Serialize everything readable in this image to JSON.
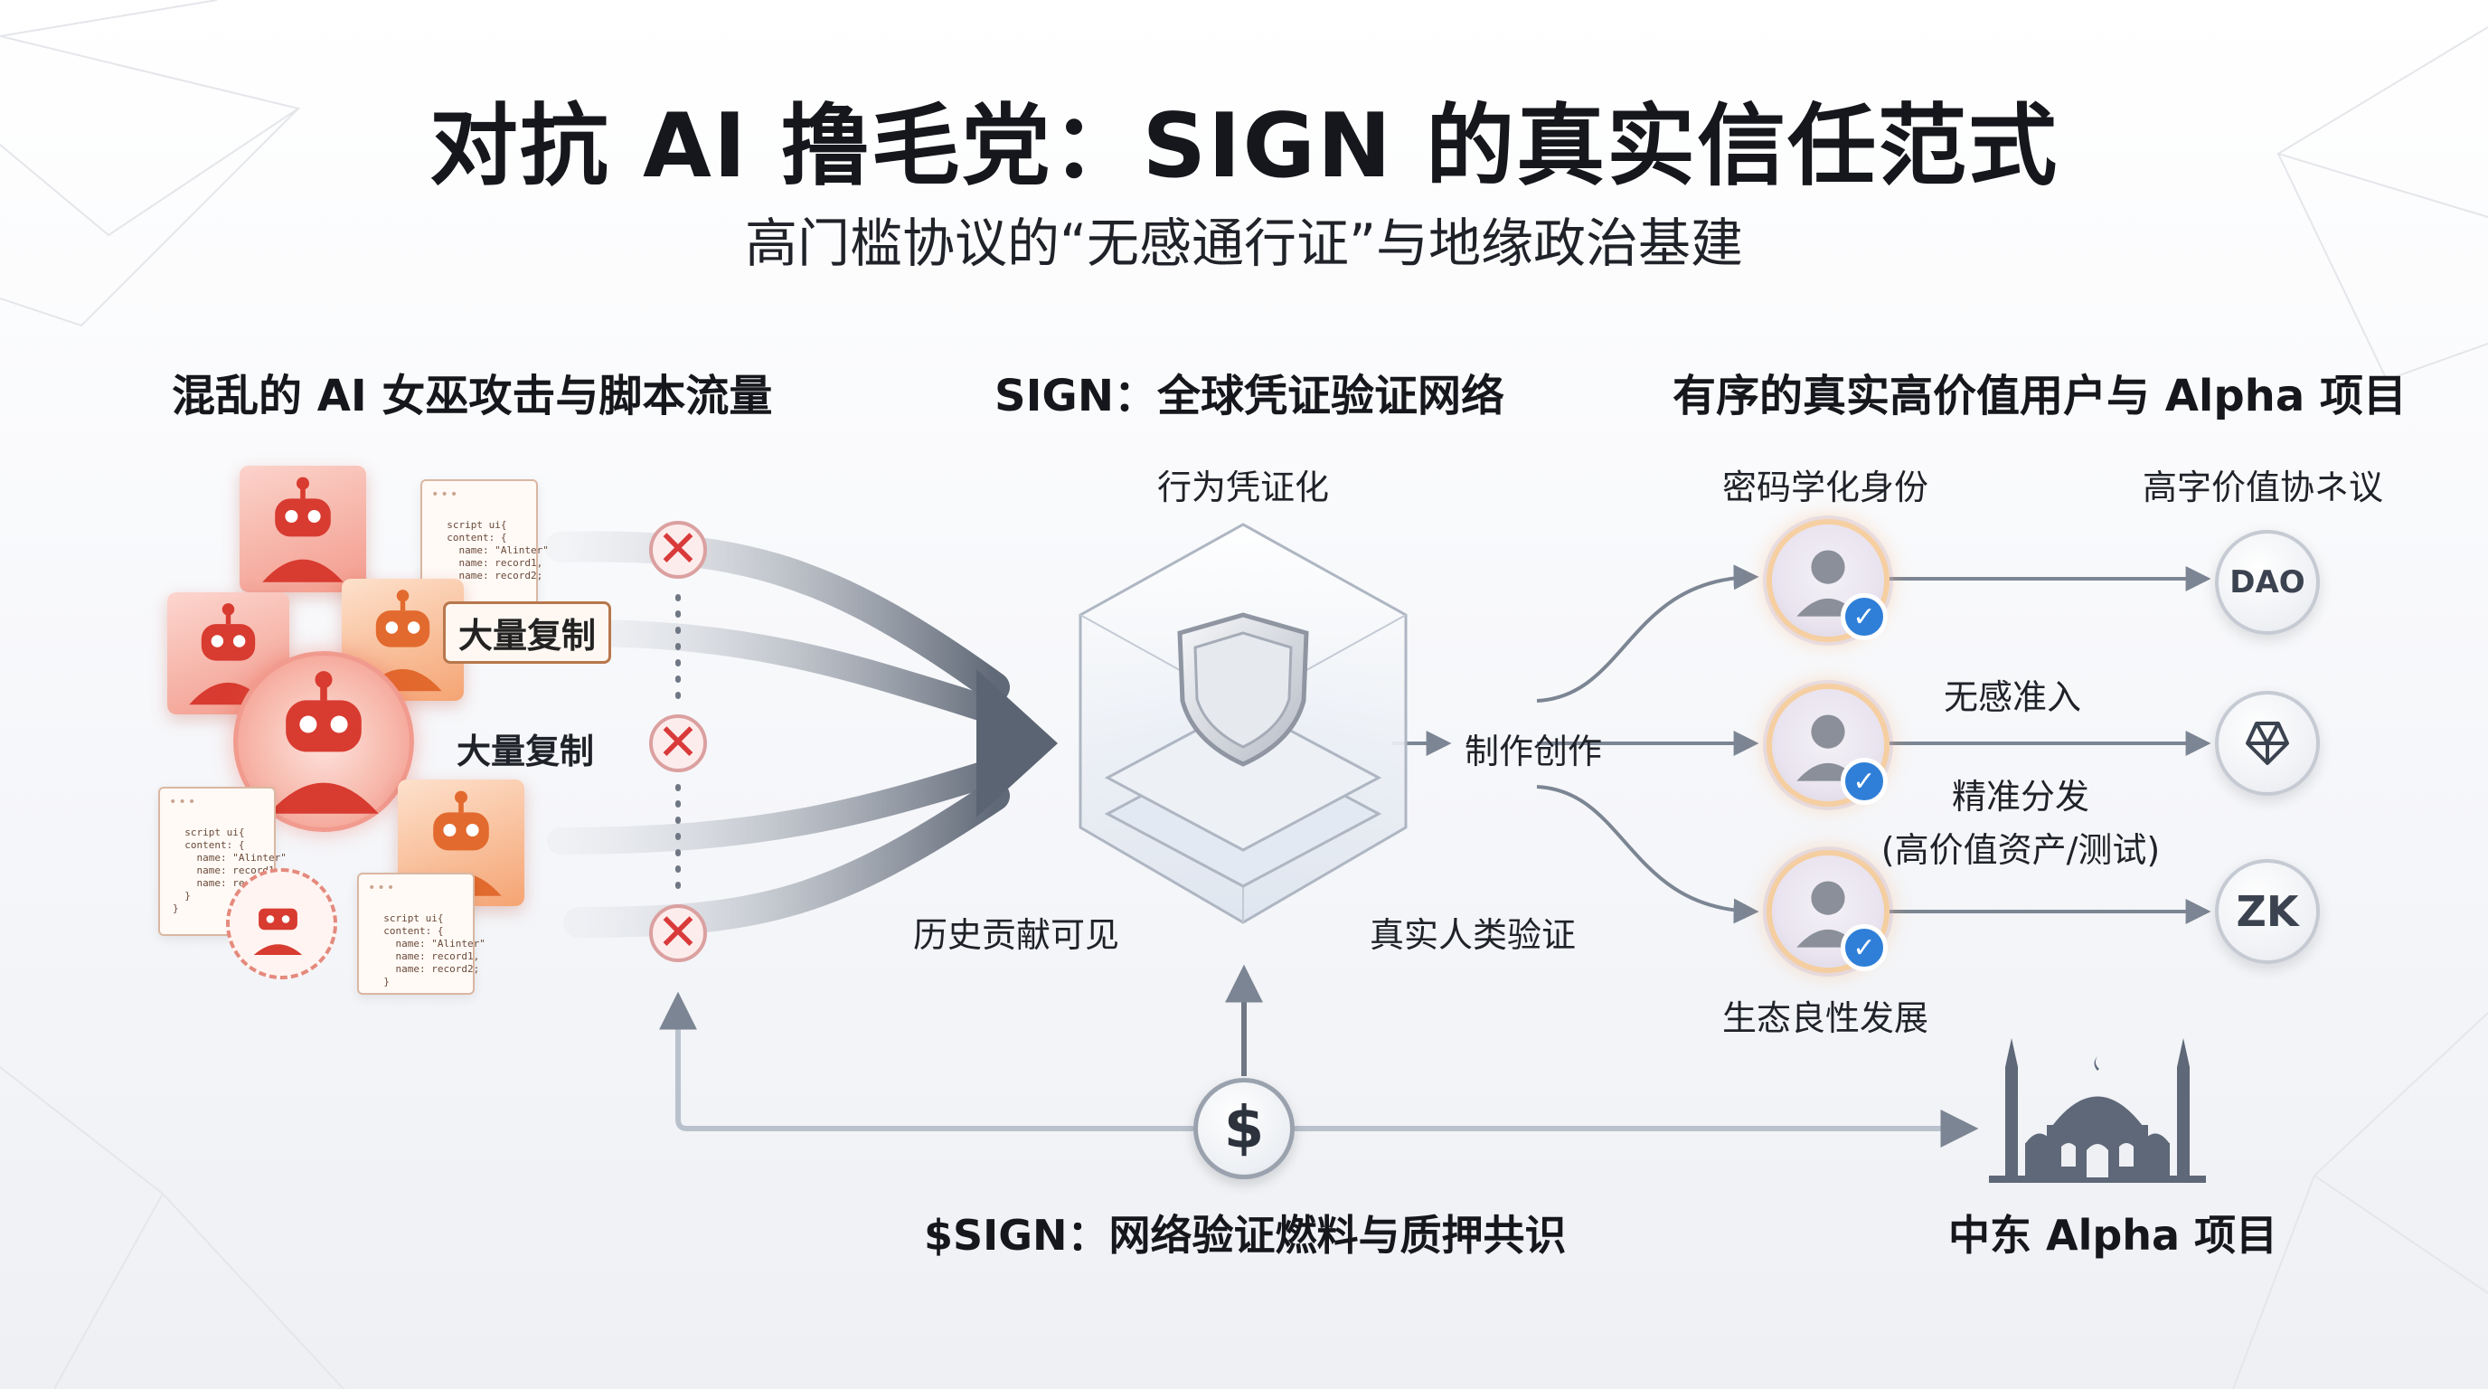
{
  "header": {
    "title": "对抗 AI 撸毛党：SIGN 的真实信任范式",
    "subtitle": "高门槛协议的“无感通行证”与地缘政治基建"
  },
  "left": {
    "heading": "混乱的 AI 女巫攻击与脚本流量",
    "tag_top": "大量复制",
    "tag_mid": "大量复制",
    "code_lines": [
      "script ui{",
      "  content: {",
      "    name: \"Alinter\"",
      "    name: record1,",
      "    name: record2;",
      "  }",
      "}"
    ]
  },
  "center": {
    "heading": "SIGN：全球凭证验证网络",
    "label_top": "行为凭证化",
    "label_right": "制作创作",
    "label_bottom_left": "历史贡献可见",
    "label_bottom_right": "真实人类验证"
  },
  "right": {
    "heading": "有序的真实高价值用户与 Alpha 项目",
    "col1_label": "密码学化身份",
    "col2_label": "高字价值协ネ议",
    "flow_top": "无感准入",
    "flow_mid_line1": "精准分发",
    "flow_mid_line2": "(高价值资产/测试)",
    "flow_bottom": "生态良性发展",
    "protocols": [
      "DAO",
      "ZK"
    ]
  },
  "bottom": {
    "token_label": "$SIGN：网络验证燃料与质押共识",
    "coin_symbol": "$",
    "middle_east_label": "中东 Alpha 项目"
  },
  "colors": {
    "accent_red": "#d93a3a",
    "flow_gray": "#7c8593",
    "verify_blue": "#2f7fd8"
  },
  "icons": [
    "robot-icon",
    "code-card-icon",
    "x-mark-icon",
    "shield-icon",
    "user-avatar-icon",
    "verified-check-icon",
    "dao-icon",
    "blockchain-icon",
    "zk-icon",
    "dollar-coin-icon",
    "mosque-skyline-icon"
  ]
}
